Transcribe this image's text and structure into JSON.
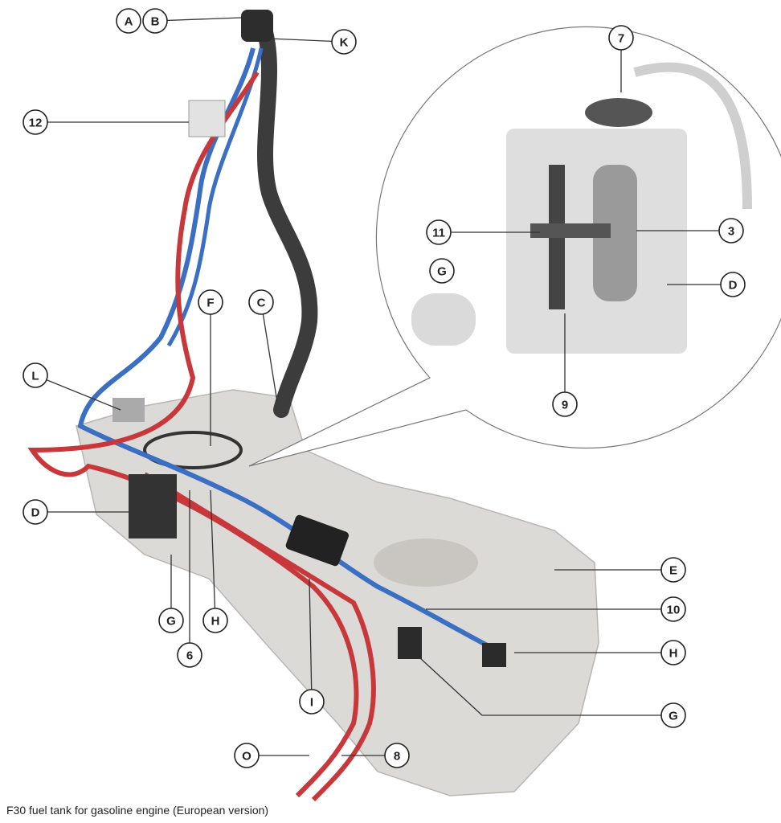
{
  "caption": "F30 fuel tank for gasoline engine (European version)",
  "callouts": [
    "A",
    "B",
    "K",
    "12",
    "7",
    "11",
    "3",
    "G",
    "D",
    "9",
    "F",
    "C",
    "L",
    "D",
    "E",
    "10",
    "H",
    "G",
    "H",
    "6",
    "I",
    "G",
    "O",
    "8"
  ],
  "colors": {
    "supply_line": "#3a6fc4",
    "vent_line": "#c8383a",
    "filler_neck": "#3c3c3c",
    "tank": "#d8d6d3"
  }
}
